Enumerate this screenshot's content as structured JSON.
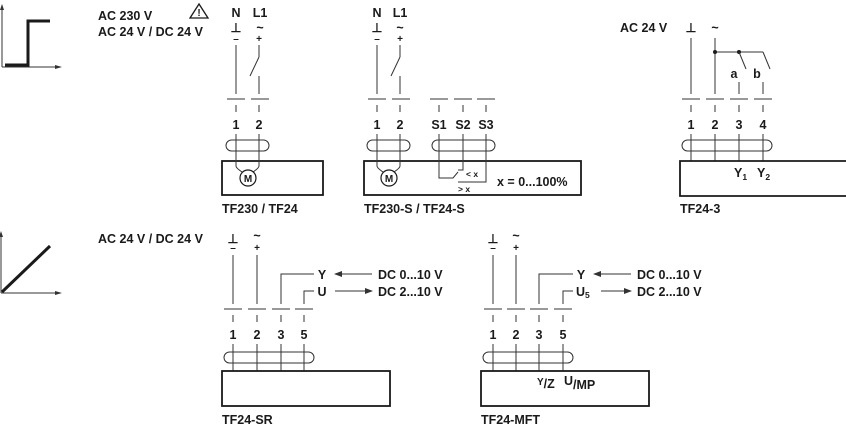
{
  "graphs": {
    "on_off": {
      "type": "step"
    },
    "modulating": {
      "type": "linear"
    }
  },
  "supply_labels": {
    "top_line1": "AC 230 V",
    "top_line2": "AC 24 V / DC 24 V",
    "tf24_3": "AC 24 V",
    "bottom": "AC 24 V / DC 24 V"
  },
  "warning_icon": "!",
  "symbols": {
    "N": "N",
    "L1": "L1",
    "ground": "⊥",
    "tilde": "~",
    "minus": "–",
    "plus": "+"
  },
  "diagrams": {
    "tf230": {
      "title": "TF230 / TF24",
      "terminals": [
        "1",
        "2"
      ],
      "motor": "M"
    },
    "tf230s": {
      "title": "TF230-S / TF24-S",
      "terminals": [
        "1",
        "2"
      ],
      "aux_terminals": [
        "S1",
        "S2",
        "S3"
      ],
      "motor": "M",
      "lt": "< x",
      "gt": "> x",
      "range": "x = 0...100%"
    },
    "tf24_3": {
      "title": "TF24-3",
      "terminals": [
        "1",
        "2",
        "3",
        "4"
      ],
      "switch_a": "a",
      "switch_b": "b",
      "y1": "Y",
      "y1_sub": "1",
      "y2": "Y",
      "y2_sub": "2"
    },
    "tf24sr": {
      "title": "TF24-SR",
      "terminals": [
        "1",
        "2",
        "3",
        "5"
      ],
      "y_label": "Y",
      "u_label": "U",
      "y_signal": "DC 0...10 V",
      "u_signal": "DC 2...10 V"
    },
    "tf24mft": {
      "title": "TF24-MFT",
      "terminals": [
        "1",
        "2",
        "3",
        "5"
      ],
      "y_label": "Y",
      "u_label": "U",
      "u_sub": "5",
      "y_signal": "DC 0...10 V",
      "u_signal": "DC 2...10 V",
      "inner_yz_y": "Y",
      "inner_yz_z": "/Z",
      "inner_ump_u": "U",
      "inner_ump_mp": "/MP"
    }
  }
}
